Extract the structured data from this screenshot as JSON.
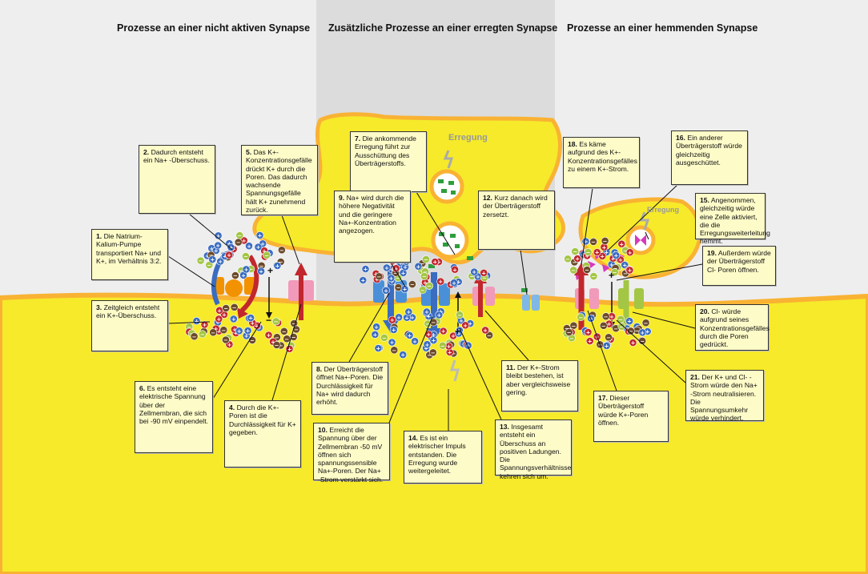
{
  "headings": {
    "left": "Prozesse an einer nicht aktiven Synapse",
    "middle": "Zusätzliche Prozesse an einer erregten Synapse",
    "right": "Prozesse an einer hemmenden Synapse"
  },
  "labels": {
    "erregung_mid": "Erregung",
    "erregung_right": "Erregung",
    "ion_plus": "+",
    "ion_minus": "−"
  },
  "notes": [
    {
      "num": "1.",
      "text": "Die Natrium-Kalium-Pumpe transportiert Na+ und K+, im Verhältnis 3:2."
    },
    {
      "num": "2.",
      "text": "Dadurch entsteht ein Na+ -Überschuss."
    },
    {
      "num": "3.",
      "text": "Zeitgleich entsteht ein K+-Überschuss."
    },
    {
      "num": "4.",
      "text": "Durch die K+-Poren ist die Durchlässigkeit für K+ gegeben."
    },
    {
      "num": "5.",
      "text": "Das K+-Konzentrationsgefälle drückt K+ durch die Poren. Das dadurch wachsende Spannungsgefälle hält K+ zunehmend zurück."
    },
    {
      "num": "6.",
      "text": "Es entsteht eine elektrische Spannung über der Zellmembran, die sich bei -90 mV einpendelt."
    },
    {
      "num": "7.",
      "text": "Die ankommende Erregung führt zur Ausschüttung des Überträgerstoffs."
    },
    {
      "num": "8.",
      "text": "Der Überträgerstoff öffnet Na+-Poren. Die Durchlässigkeit für Na+ wird dadurch erhöht."
    },
    {
      "num": "9.",
      "text": "Na+ wird durch die höhere Negativität und die geringere Na+-Konzentration angezogen."
    },
    {
      "num": "10.",
      "text": "Erreicht die Spannung über der Zellmembran -50 mV öffnen sich spannungssensible Na+-Poren. Der Na+ -Strom verstärkt sich."
    },
    {
      "num": "11.",
      "text": "Der K+-Strom bleibt bestehen, ist aber vergleichsweise gering."
    },
    {
      "num": "12.",
      "text": "Kurz danach wird der Überträgerstoff zersetzt."
    },
    {
      "num": "13.",
      "text": "Insgesamt entsteht ein Überschuss an positiven Ladungen. Die Spannungsverhältnisse kehren sich um."
    },
    {
      "num": "14.",
      "text": "Es ist ein elektrischer Impuls entstanden. Die Erregung wurde weitergeleitet."
    },
    {
      "num": "15.",
      "text": "Angenommen, gleichzeitig würde eine Zelle aktiviert, die die Erregungsweiterleitung hemmt."
    },
    {
      "num": "16.",
      "text": "Ein anderer Überträgerstoff würde gleichzeitig ausgeschüttet."
    },
    {
      "num": "17.",
      "text": "Dieser Überträgerstoff würde K+-Poren öffnen."
    },
    {
      "num": "18.",
      "text": "Es käme aufgrund des K+-Konzentrationsgefälles zu einem K+-Strom."
    },
    {
      "num": "19.",
      "text": "Außerdem würde der Überträgerstoff Cl- Poren öffnen."
    },
    {
      "num": "20.",
      "text": "Cl- würde aufgrund seines Konzentrationsgefälles durch die Poren gedrückt."
    },
    {
      "num": "21.",
      "text": "Der K+ und Cl- -Strom würde den Na+ -Strom neutralisieren. Die Spannungsumkehr würde verhindert."
    }
  ],
  "colors": {
    "cell_yellow": "#f6ea2a",
    "membrane_orange": "#f9b233",
    "na_blue": "#3a6cc0",
    "k_red": "#c1272d",
    "anion_green": "#a3c644",
    "anion_brown": "#6b4a2a",
    "note_fill": "#fdfbc8",
    "transmitter_green": "#2e9e3c",
    "inhibitor_magenta": "#d63ab8"
  }
}
